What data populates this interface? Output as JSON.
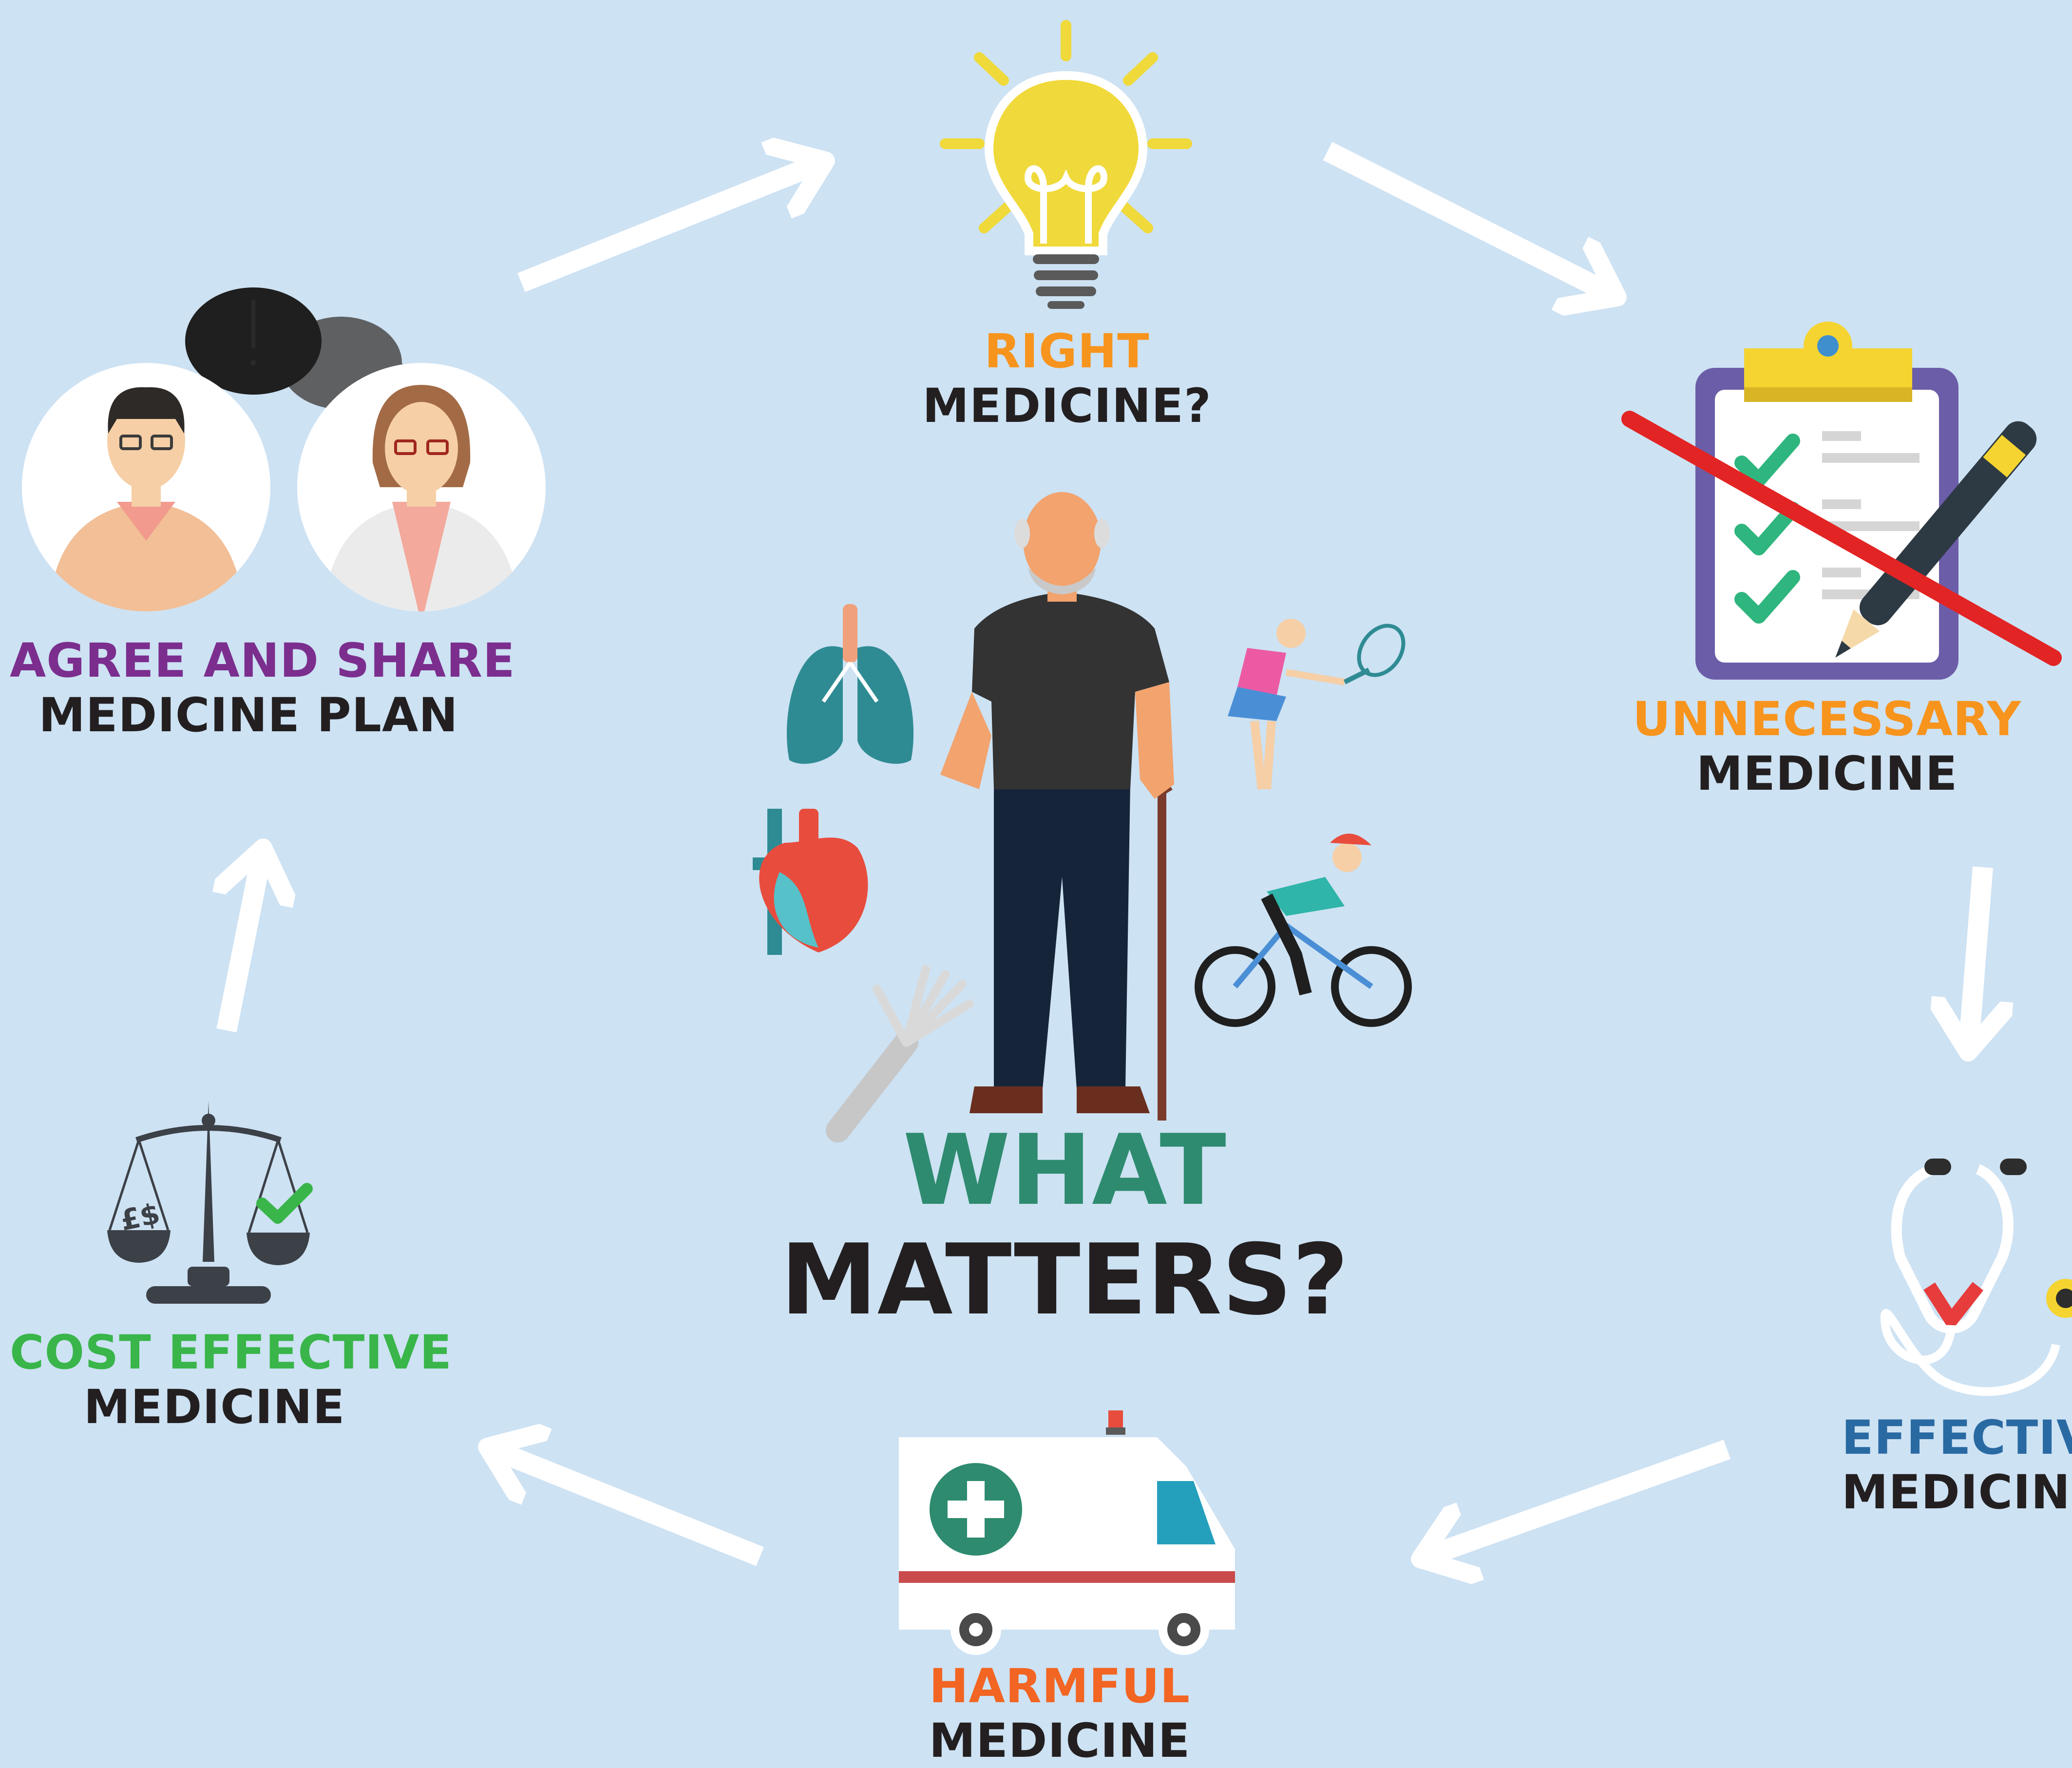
{
  "center": {
    "line1": "WHAT",
    "line2": "MATTERS?"
  },
  "nodes": {
    "right": {
      "line1": "RIGHT",
      "line2": "MEDICINE?",
      "accent": "#f7941d"
    },
    "unnecessary": {
      "line1": "UNNECESSARY",
      "line2": "MEDICINE",
      "accent": "#f7941d"
    },
    "effective": {
      "line1": "EFFECTIVE",
      "line2": "MEDICINE",
      "accent": "#2a6aa3"
    },
    "harmful": {
      "line1": "HARMFUL",
      "line2": "MEDICINE",
      "accent": "#f26522"
    },
    "cost": {
      "line1": "COST EFFECTIVE",
      "line2": "MEDICINE",
      "accent": "#39b54a"
    },
    "agree": {
      "line1": "AGREE AND SHARE",
      "line2": "MEDICINE PLAN",
      "accent": "#7b2e8e"
    }
  },
  "scale_symbol": "£$",
  "colors": {
    "background": "#cde2f3",
    "arrow": "#ffffff",
    "what": "#2e8b6f",
    "dark_text": "#231f20",
    "cross_out": "#e22424",
    "checkmark": "#2fb57e"
  }
}
